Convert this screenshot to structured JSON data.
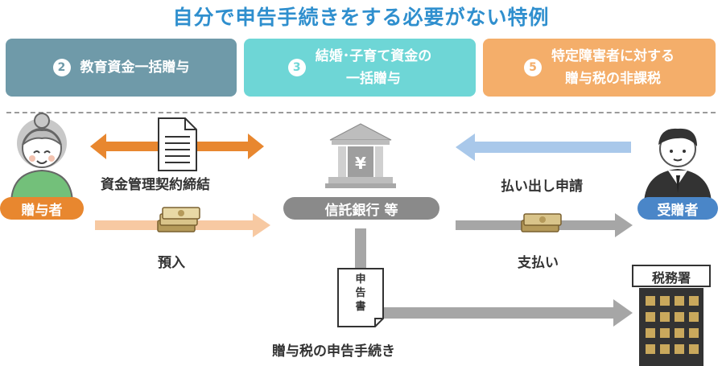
{
  "title": "自分で申告手続きをする必要がない特例",
  "cards": [
    {
      "num": "2",
      "lines": [
        "教育資金一括贈与"
      ],
      "color": "#6f9aa9"
    },
    {
      "num": "3",
      "lines": [
        "結婚･子育て資金の",
        "一括贈与"
      ],
      "color": "#6ed6d6"
    },
    {
      "num": "5",
      "lines": [
        "特定障害者に対する",
        "贈与税の非課税"
      ],
      "color": "#f4ae6a"
    }
  ],
  "actors": {
    "giver_label": "贈与者",
    "trust_bank_label": "信託銀行 等",
    "receiver_label": "受贈者",
    "tax_office_sign": "税務署"
  },
  "flows": {
    "contract": "資金管理契約締結",
    "deposit": "預入",
    "withdraw_request": "払い出し申請",
    "payment": "支払い",
    "tax_filing": "贈与税の申告手続き"
  },
  "document_text": [
    "申",
    "告",
    "書"
  ],
  "bank_symbol": "¥",
  "colors": {
    "title": "#2f8fce",
    "orange_arrow": "#e8872f",
    "light_orange_arrow": "#f7c9a2",
    "blue_arrow": "#a9c8ea",
    "gray_arrow": "#a6a6a6",
    "giver_pill": "#e8872f",
    "bank_pill": "#8a8a8a",
    "receiver_pill": "#4a86c8"
  }
}
